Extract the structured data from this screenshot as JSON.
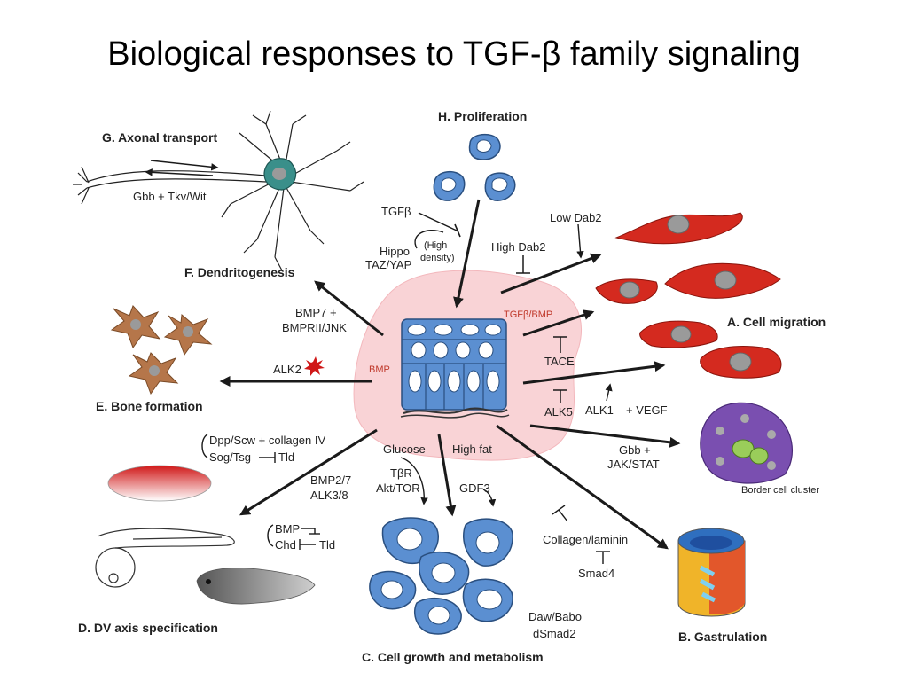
{
  "title": "Biological responses to TGF-β family signaling",
  "labels": {
    "axonal": "G. Axonal transport",
    "gbb_tkv": "Gbb + Tkv/Wit",
    "dendrito": "F. Dendritogenesis",
    "prolif": "H. Proliferation",
    "tgfb": "TGFβ",
    "hippo": "Hippo",
    "taz": "TAZ/YAP",
    "high": "(High",
    "density": "density)",
    "lowdab": "Low Dab2",
    "highdab": "High Dab2",
    "tgfbmp": "TGFβ/BMP",
    "migration": "A. Cell migration",
    "bmp7": "BMP7 +",
    "bmprii": "BMPRII/JNK",
    "alk2": "ALK2",
    "bmp_center": "BMP",
    "bone": "E. Bone formation",
    "tace": "TACE",
    "alk5": "ALK5",
    "alk1": "ALK1",
    "vegf": "+ VEGF",
    "gbb2": "Gbb +",
    "jakstat": "JAK/STAT",
    "border": "Border cell cluster",
    "dpp": "Dpp/Scw + collagen IV",
    "sog": "Sog/Tsg",
    "tld1": "Tld",
    "bmp27": "BMP2/7",
    "alk38": "ALK3/8",
    "bmp_d": "BMP",
    "chd": "Chd",
    "tld2": "Tld",
    "dv": "D. DV axis specification",
    "glucose": "Glucose",
    "highfat": "High fat",
    "tbr": "TβR",
    "akt": "Akt/TOR",
    "gdf3": "GDF3",
    "collagen": "Collagen/laminin",
    "smad4": "Smad4",
    "daw": "Daw/Babo",
    "dsmad2": "dSmad2",
    "growth": "C. Cell growth and metabolism",
    "gastrulation": "B. Gastrulation"
  }
}
